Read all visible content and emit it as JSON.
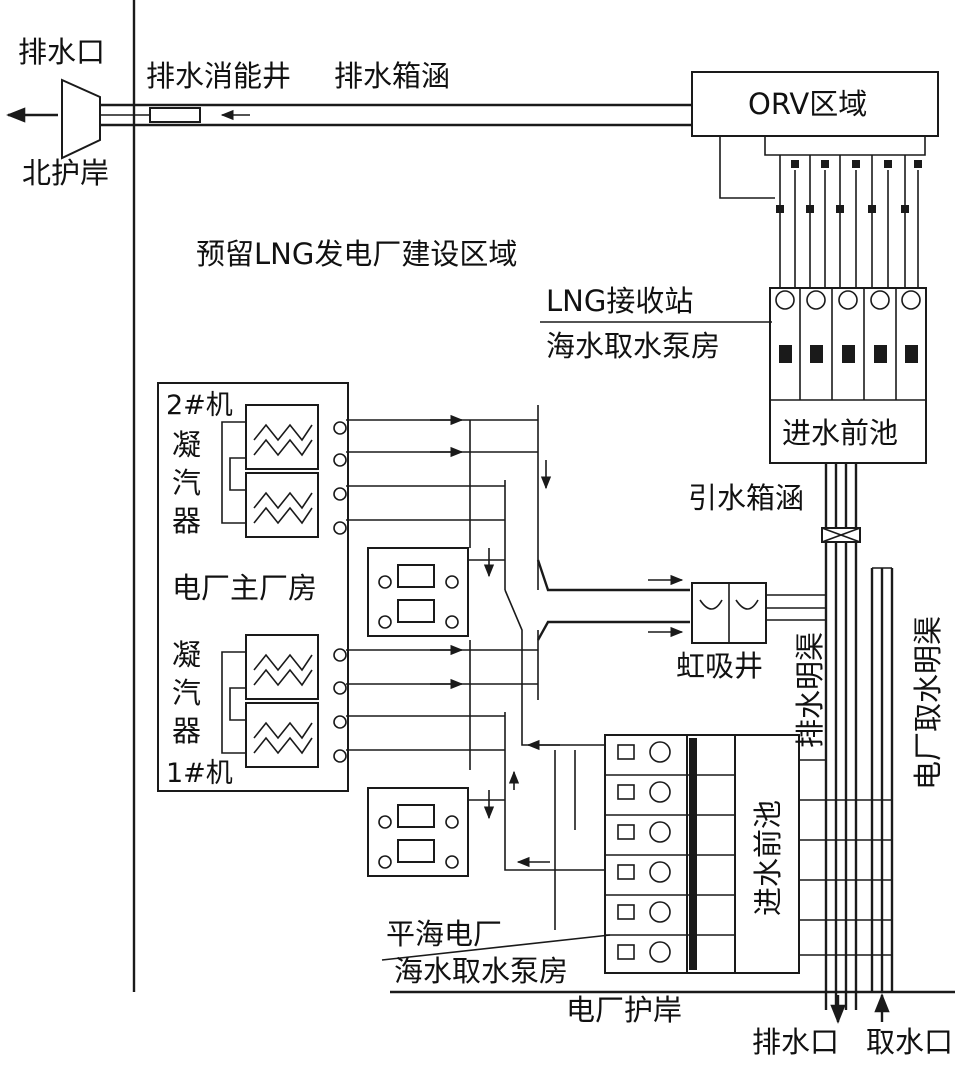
{
  "labels": {
    "outlet_top": "排水口",
    "north_shore": "北护岸",
    "energy_well": "排水消能井",
    "drain_culvert": "排水箱涵",
    "orv_area": "ORV区域",
    "reserved_area": "预留LNG发电厂建设区域",
    "lng_station": "LNG接收站",
    "lng_pump_house": "海水取水泵房",
    "intake_forebay_lng": "进水前池",
    "intake_culvert": "引水箱涵",
    "unit2": "2#机",
    "condenser_chars": [
      "凝",
      "汽",
      "器"
    ],
    "main_building": "电厂主厂房",
    "unit1": "1#机",
    "siphon_well": "虹吸井",
    "drain_channel": "排水明渠",
    "intake_channel": "电厂取水明渠",
    "intake_forebay_plant": "进水前池",
    "pinghai_plant": "平海电厂",
    "plant_pump_house": "海水取水泵房",
    "plant_shore": "电厂护岸",
    "outlet_bottom": "排水口",
    "intake_bottom": "取水口"
  }
}
